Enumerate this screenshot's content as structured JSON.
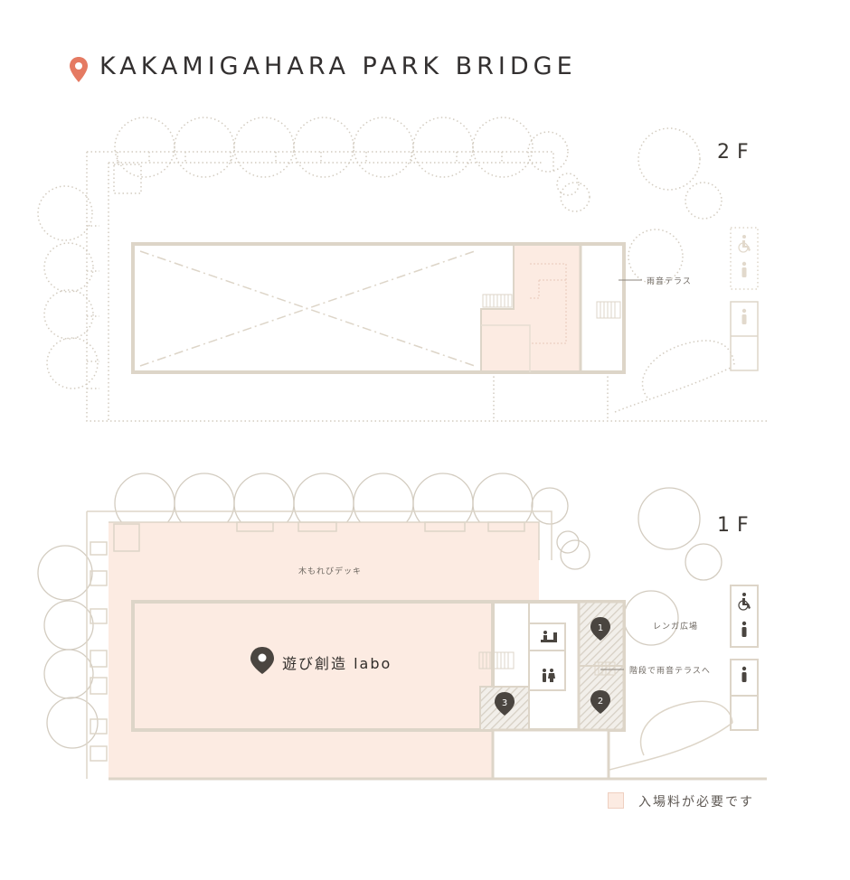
{
  "title": "KAKAMIGAHARA PARK BRIDGE",
  "floors": {
    "upper": {
      "label": "2F",
      "callouts": {
        "terrace": "雨音テラス"
      }
    },
    "lower": {
      "label": "1F",
      "callouts": {
        "deck": "木もれびデッキ",
        "plaza": "レンガ広場",
        "stairs": "階段で雨音テラスへ"
      },
      "facility": "遊び創造 labo",
      "markers": [
        "1",
        "2",
        "3"
      ]
    }
  },
  "legend": {
    "paid_area": "入場料が必要です"
  },
  "colors": {
    "paid_area": "#fcebe2",
    "wall": "#ddd5c8",
    "tree": "#cfc7bb",
    "pin_title": "#e57a62",
    "pin_dark": "#4a4540"
  },
  "icons": [
    "location-pin-icon",
    "wheelchair-icon",
    "person-icon",
    "restroom-icon",
    "baby-changing-icon"
  ]
}
